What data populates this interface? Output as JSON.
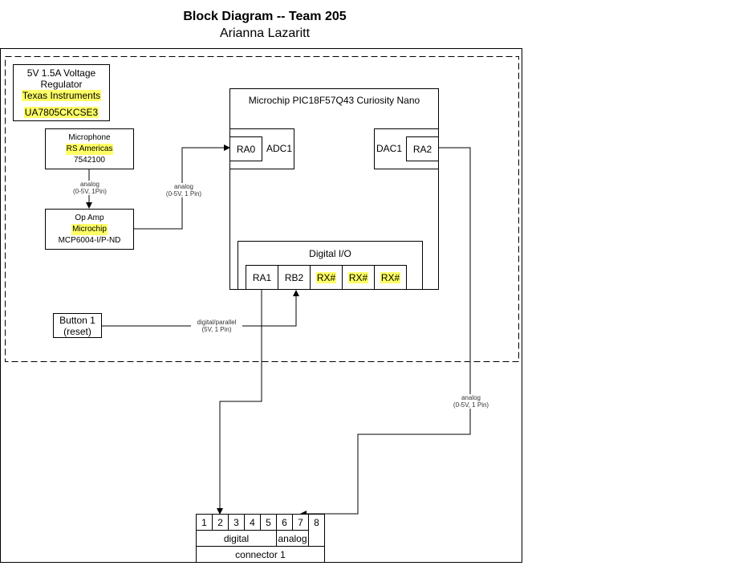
{
  "header": {
    "title": "Block Diagram -- Team 205",
    "author": "Arianna Lazaritt"
  },
  "regulator": {
    "line1": "5V 1.5A Voltage",
    "line2": "Regulator",
    "manufacturer": "Texas Instruments",
    "part": "UA7805CKCSE3"
  },
  "microphone": {
    "name": "Microphone",
    "manufacturer": "RS Americas",
    "part": "7542100"
  },
  "opamp": {
    "name": "Op Amp",
    "manufacturer": "Microchip",
    "part": "MCP6004-I/P-ND"
  },
  "button": {
    "line1": "Button 1",
    "line2": "(reset)"
  },
  "mcu": {
    "title": "Microchip PIC18F57Q43 Curiosity Nano",
    "ra0": "RA0",
    "adc1": "ADC1",
    "dac1": "DAC1",
    "ra2": "RA2",
    "digital_io": "Digital I/O",
    "pins": [
      "RA1",
      "RB2",
      "RX#",
      "RX#",
      "RX#"
    ]
  },
  "connections": {
    "mic_opamp": [
      "analog",
      "(0-5V, 1Pin)"
    ],
    "opamp_ra0": [
      "analog",
      "(0-5V, 1 Pin)"
    ],
    "button_rb2": [
      "digital/parallel",
      "(5V, 1 Pin)"
    ],
    "ra2_conn": [
      "analog",
      "(0-5V, 1 Pin)"
    ]
  },
  "connector": {
    "pins": [
      "1",
      "2",
      "3",
      "4",
      "5",
      "6",
      "7",
      "8"
    ],
    "group_digital": "digital",
    "group_analog": "analog",
    "name": "connector 1"
  },
  "colors": {
    "highlight": "#ffff66",
    "line": "#000000"
  }
}
